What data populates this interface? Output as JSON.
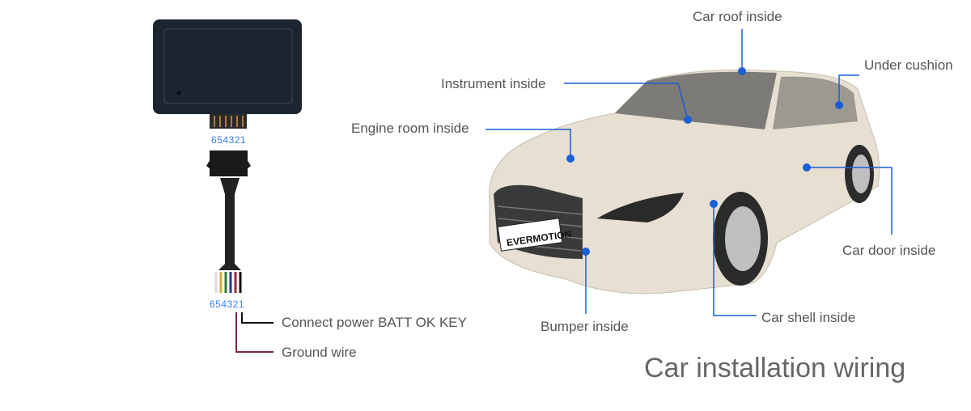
{
  "device": {
    "connector_pins_top": "654321",
    "connector_pins_bottom": "654321",
    "wires": [
      {
        "label": "Connect power BATT OK KEY",
        "color": "#111111"
      },
      {
        "label": "Ground wire",
        "color": "#7a2a3c"
      }
    ],
    "wire_colors": [
      "#d8d8e8",
      "#c9b23a",
      "#2f7a3a",
      "#2a3a8a",
      "#9a2a3a",
      "#111111"
    ]
  },
  "car": {
    "plate": "EVERMOTION",
    "callouts": [
      {
        "label": "Car roof inside"
      },
      {
        "label": "Under cushion"
      },
      {
        "label": "Instrument inside"
      },
      {
        "label": "Engine room inside"
      },
      {
        "label": "Car door inside"
      },
      {
        "label": "Car shell inside"
      },
      {
        "label": "Bumper inside"
      }
    ],
    "accent": "#1a5fd6"
  },
  "title": "Car installation wiring"
}
